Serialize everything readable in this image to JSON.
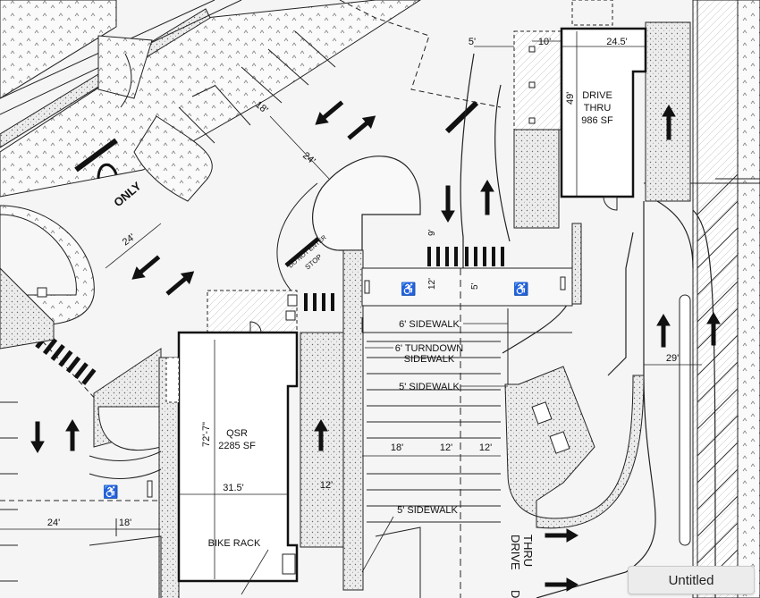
{
  "labels": {
    "drive_thru_bldg_1": "DRIVE",
    "drive_thru_bldg_2": "THRU",
    "drive_thru_bldg_3": "986 SF",
    "qsr_1": "QSR",
    "qsr_2": "2285 SF",
    "bike_rack": "BIKE RACK",
    "sidewalk_6": "6' SIDEWALK",
    "turndown_1": "6' TURNDOWN",
    "turndown_2": "SIDEWALK",
    "sidewalk_5_a": "5' SIDEWALK",
    "sidewalk_5_b": "5' SIDEWALK",
    "drive_thru_lane_1": "DRIVE",
    "drive_thru_lane_2": "THRU",
    "drive_thru_lane_3": "DRIVE",
    "only_marking": "ONLY",
    "stop_marking": "STOP",
    "do_not_enter": "DO NOT ENTER"
  },
  "dimensions": {
    "d_10": "10'",
    "d_24_5": "24.5'",
    "d_5_top": "5'",
    "d_49": "49'",
    "d_18_top": "18'",
    "d_24_diag": "24'",
    "d_24_left": "24'",
    "d_9": "9'",
    "d_12_v": "12'",
    "d_5_v": "5'",
    "d_29": "29'",
    "d_72_7": "72'-7\"",
    "d_31_5": "31.5'",
    "d_12_side": "12'",
    "d_18_mid": "18'",
    "d_12_mid_a": "12'",
    "d_12_mid_b": "12'",
    "d_24_bottom": "24'",
    "d_18_bottom": "18'"
  },
  "window": {
    "tab_label": "Untitled"
  }
}
